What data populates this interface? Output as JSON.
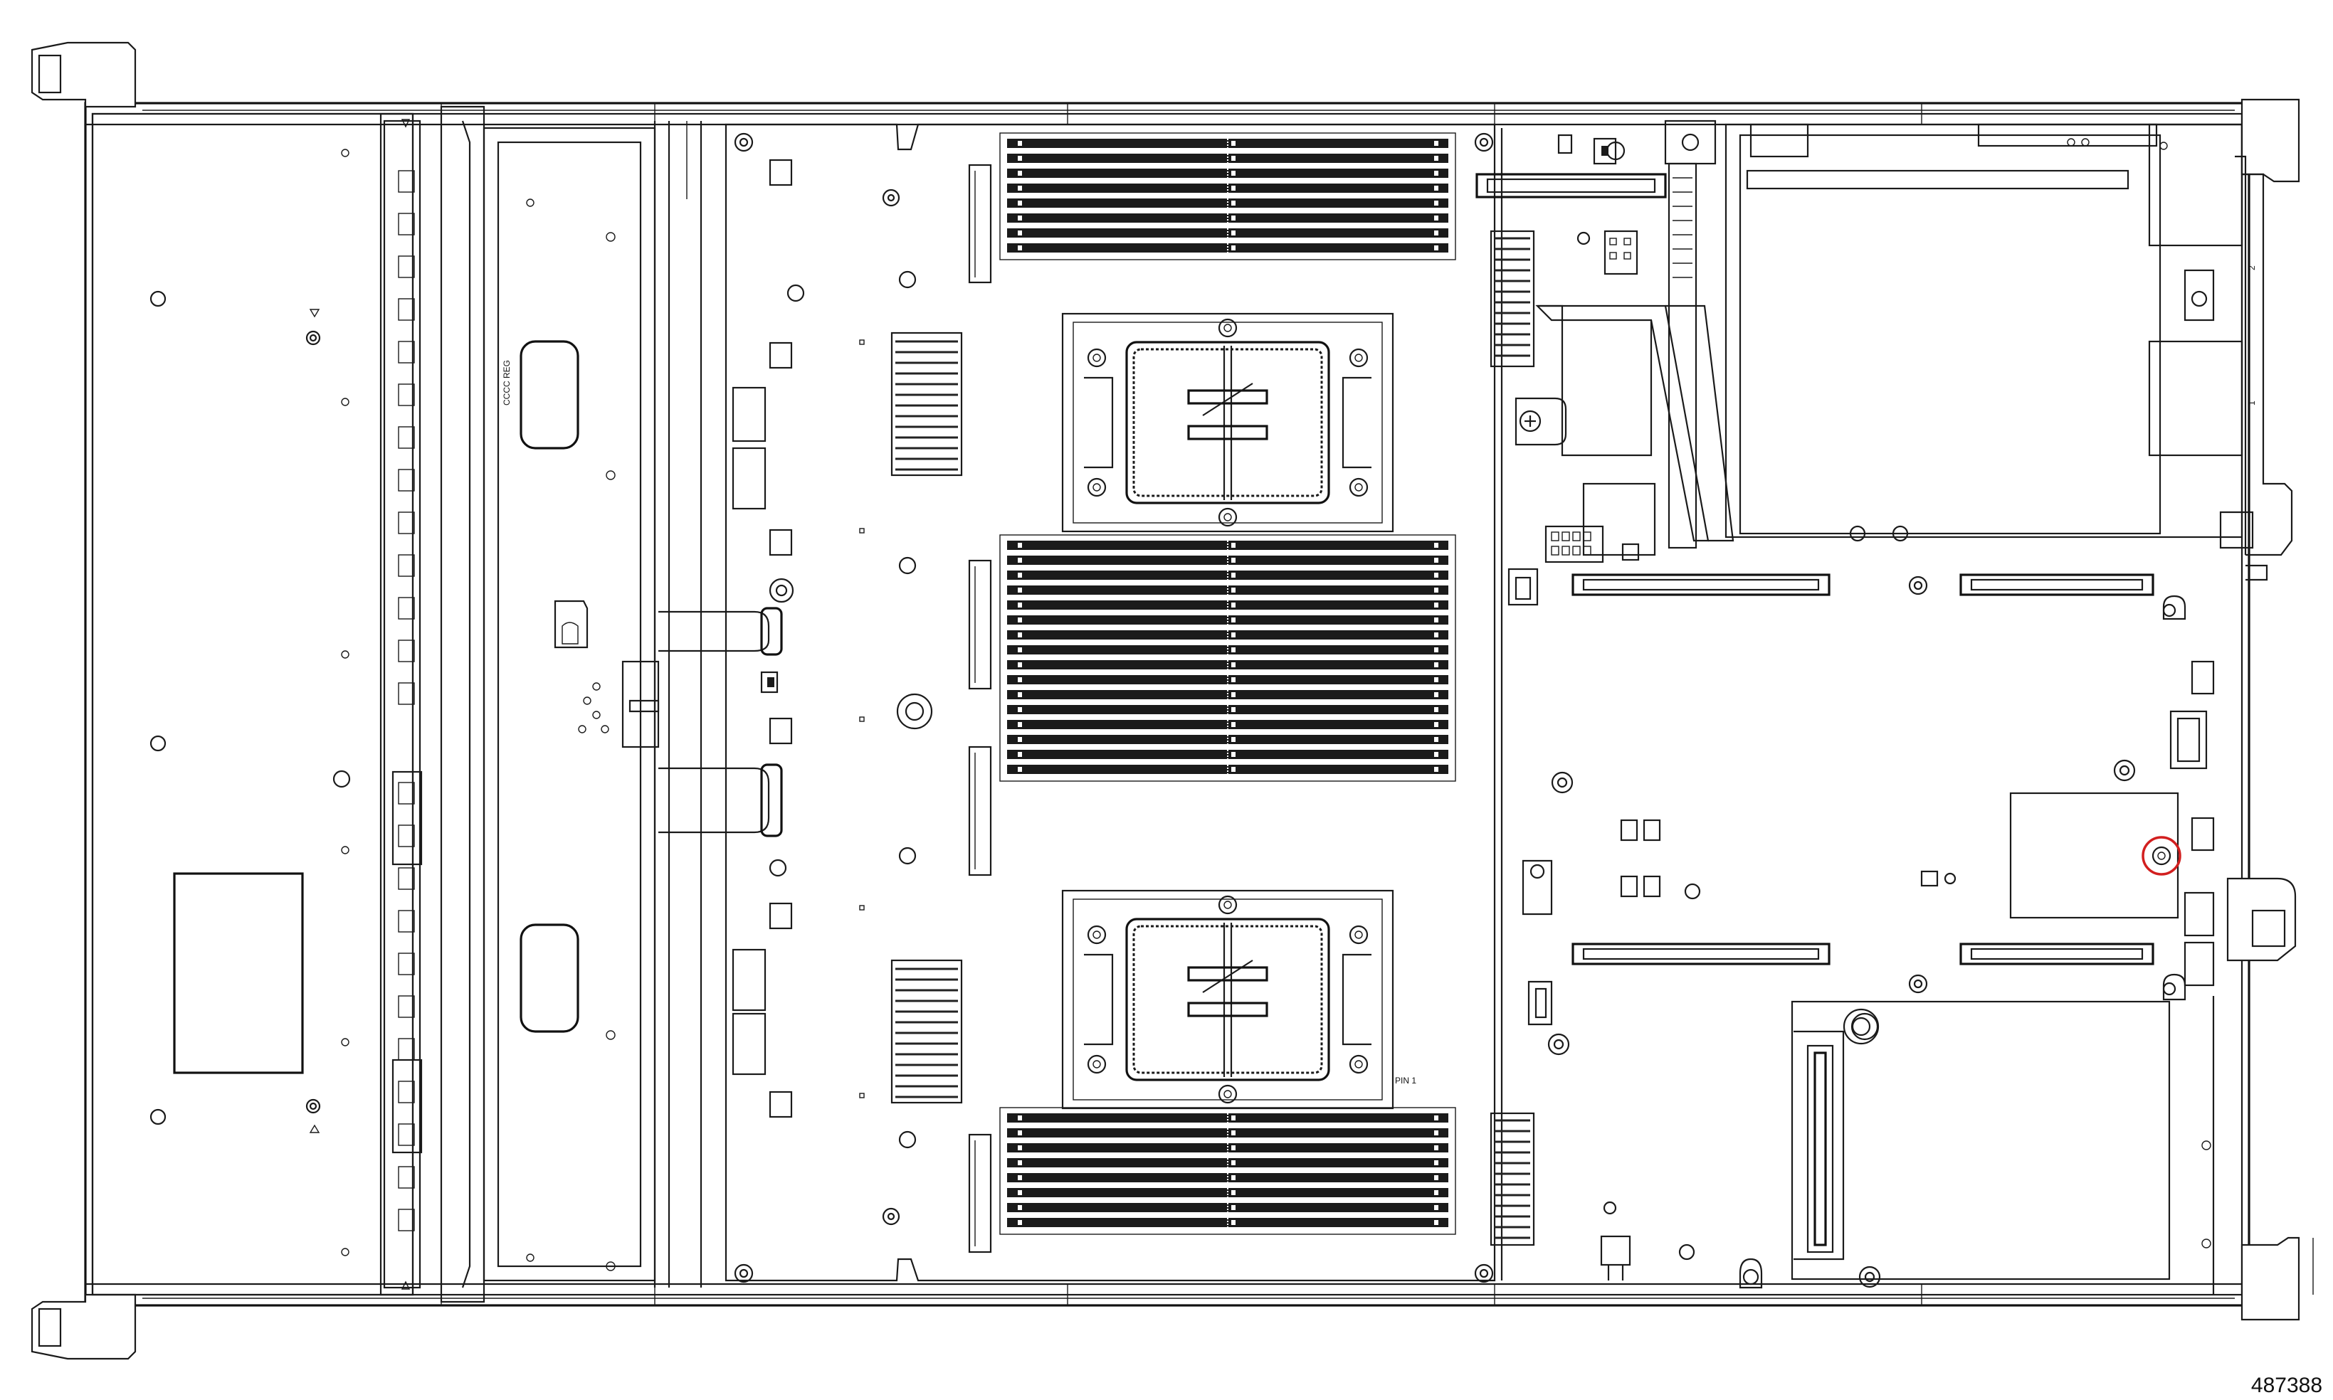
{
  "figure": {
    "number": "487388",
    "label_pin": "PIN 1",
    "label_rev": "CCCC REG"
  },
  "colors": {
    "line": "#1a1a1a",
    "dimm": "#1b1b1b",
    "highlight": "#d21f1f",
    "background": "#ffffff"
  },
  "highlight": {
    "description": "circled-screw",
    "color": "#d21f1f"
  }
}
